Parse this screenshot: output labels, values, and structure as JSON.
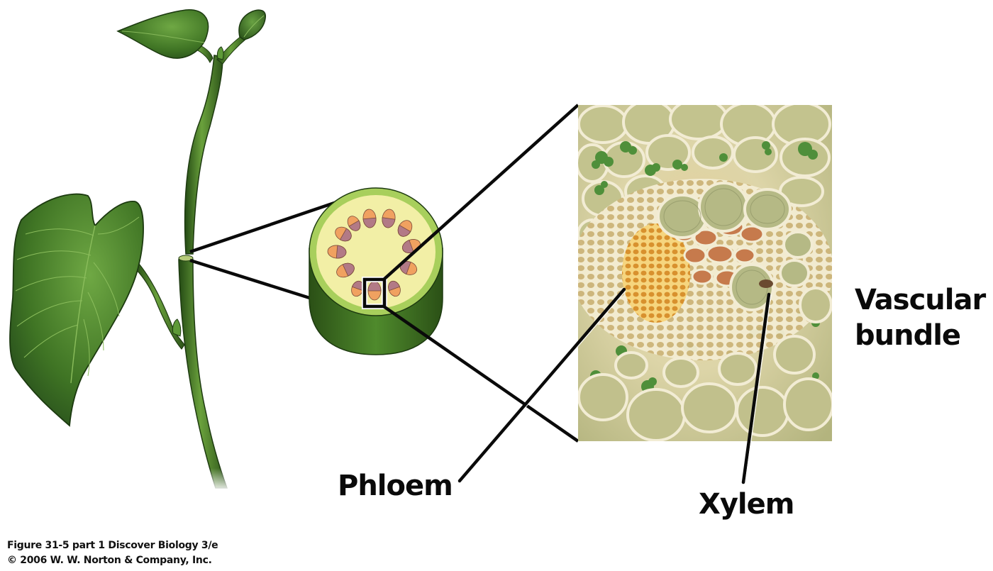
{
  "figure": {
    "labels": {
      "phloem": "Phloem",
      "xylem": "Xylem",
      "vascular_line1": "Vascular",
      "vascular_line2": "bundle"
    },
    "caption": {
      "line1": "Figure 31-5 part 1  Discover Biology 3/e",
      "line2": "© 2006 W. W. Norton & Company, Inc."
    },
    "panels": [
      {
        "name": "plant-illustration",
        "description": "Green plant stem with leaves, cut section marked"
      },
      {
        "name": "stem-cross-section",
        "description": "Circular stem cross-section with ring of vascular bundles"
      },
      {
        "name": "micrograph",
        "description": "Colorized SEM of a vascular bundle"
      }
    ],
    "colors": {
      "leaf_dark": "#2f5a1c",
      "leaf_mid": "#4e8a2c",
      "leaf_light": "#79b048",
      "section_pale": "#f2efa6",
      "section_rim": "#a8cf5c",
      "section_side": "#3d6a22",
      "bundle_orange": "#f0a160",
      "bundle_purple": "#b27a86",
      "micrograph_cell": "#c9c89a",
      "micrograph_wall": "#f2ecd4",
      "phloem_gold": "#e1a84b",
      "xylem_green": "#b5b985",
      "chloroplast": "#4f8f3a"
    }
  }
}
